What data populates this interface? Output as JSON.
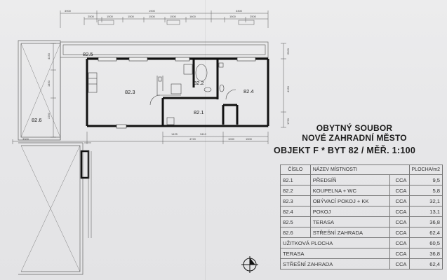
{
  "title": {
    "line1": "OBYTNÝ SOUBOR",
    "line2": "NOVÉ ZAHRADNÍ MĚSTO",
    "line3": "OBJEKT F * BYT 82 / MĚŘ. 1:100"
  },
  "plan_labels": {
    "r825": "82.5",
    "r823": "82.3",
    "r822": "82.2",
    "r824": "82.4",
    "r821": "82.1",
    "r826": "82.6"
  },
  "dimensions": {
    "top_row1": [
      "3900",
      "1900",
      "3300"
    ],
    "top_row2": [
      "2500",
      "1500",
      "1500",
      "1500",
      "1500",
      "1600",
      "1500",
      "2500"
    ],
    "bottom_row": [
      "3300",
      "1425",
      "4720",
      "3410",
      "1000",
      "1500"
    ],
    "left_col": [
      "4150",
      "1450",
      "2250"
    ],
    "right_col": [
      "2500",
      "4150",
      "1750"
    ]
  },
  "table": {
    "headers": {
      "num": "ČÍSLO",
      "name": "NÁZEV MÍSTNOSTI",
      "area": "PLOCHA/m2"
    },
    "rows": [
      {
        "num": "82.1",
        "name": "PŘEDSÍŇ",
        "cca": "CCA",
        "area": "9,5"
      },
      {
        "num": "82.2",
        "name": "KOUPELNA + WC",
        "cca": "CCA",
        "area": "5,8"
      },
      {
        "num": "82.3",
        "name": "OBÝVACÍ POKOJ + KK",
        "cca": "CCA",
        "area": "32,1"
      },
      {
        "num": "82.4",
        "name": "POKOJ",
        "cca": "CCA",
        "area": "13,1"
      },
      {
        "num": "82.5",
        "name": "TERASA",
        "cca": "CCA",
        "area": "36,8"
      },
      {
        "num": "82.6",
        "name": "STŘEŠNÍ ZAHRADA",
        "cca": "CCA",
        "area": "62,4"
      }
    ],
    "summary": [
      {
        "name": "UŽITKOVÁ PLOCHA",
        "cca": "CCA",
        "area": "60,5"
      },
      {
        "name": "TERASA",
        "cca": "CCA",
        "area": "36,8"
      },
      {
        "name": "STŘEŠNÍ ZAHRADA",
        "cca": "CCA",
        "area": "62,4"
      }
    ]
  }
}
